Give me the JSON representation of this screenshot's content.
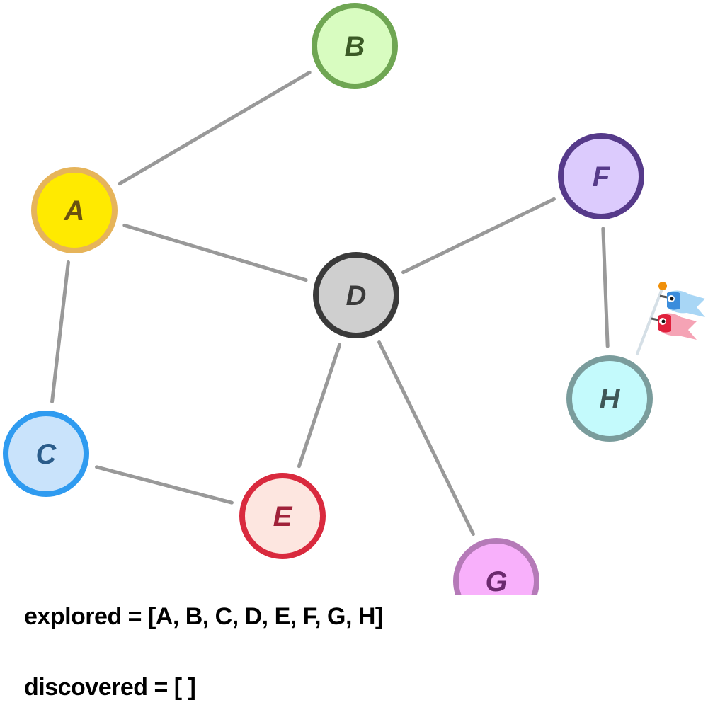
{
  "nodes": [
    {
      "id": "A",
      "label": "A",
      "fill": "#ffea00",
      "stroke": "#e6b45a",
      "text": "#6b5210"
    },
    {
      "id": "B",
      "label": "B",
      "fill": "#d8fcc0",
      "stroke": "#6fa653",
      "text": "#3b5a26"
    },
    {
      "id": "C",
      "label": "C",
      "fill": "#c9e3fb",
      "stroke": "#2f9bf0",
      "text": "#2a5c8a"
    },
    {
      "id": "D",
      "label": "D",
      "fill": "#cfcfcf",
      "stroke": "#3a3a3a",
      "text": "#3a3a3a"
    },
    {
      "id": "E",
      "label": "E",
      "fill": "#fde6e0",
      "stroke": "#d92a3e",
      "text": "#a0223a"
    },
    {
      "id": "F",
      "label": "F",
      "fill": "#dccbfd",
      "stroke": "#563a8a",
      "text": "#563a8a"
    },
    {
      "id": "G",
      "label": "G",
      "fill": "#f8b0fb",
      "stroke": "#b57ab8",
      "text": "#6b2a6e"
    },
    {
      "id": "H",
      "label": "H",
      "fill": "#c4fafc",
      "stroke": "#7a9c9c",
      "text": "#3f5757"
    }
  ],
  "edges": [
    [
      "A",
      "B"
    ],
    [
      "A",
      "D"
    ],
    [
      "A",
      "C"
    ],
    [
      "C",
      "E"
    ],
    [
      "D",
      "F"
    ],
    [
      "D",
      "E"
    ],
    [
      "D",
      "G"
    ],
    [
      "F",
      "H"
    ]
  ],
  "edge_color": "#999999",
  "status": {
    "explored": "explored = [A, B, C, D, E, F, G, H]",
    "discovered": "discovered = [ ]"
  },
  "marker_icon": "koinobori-flag-icon"
}
